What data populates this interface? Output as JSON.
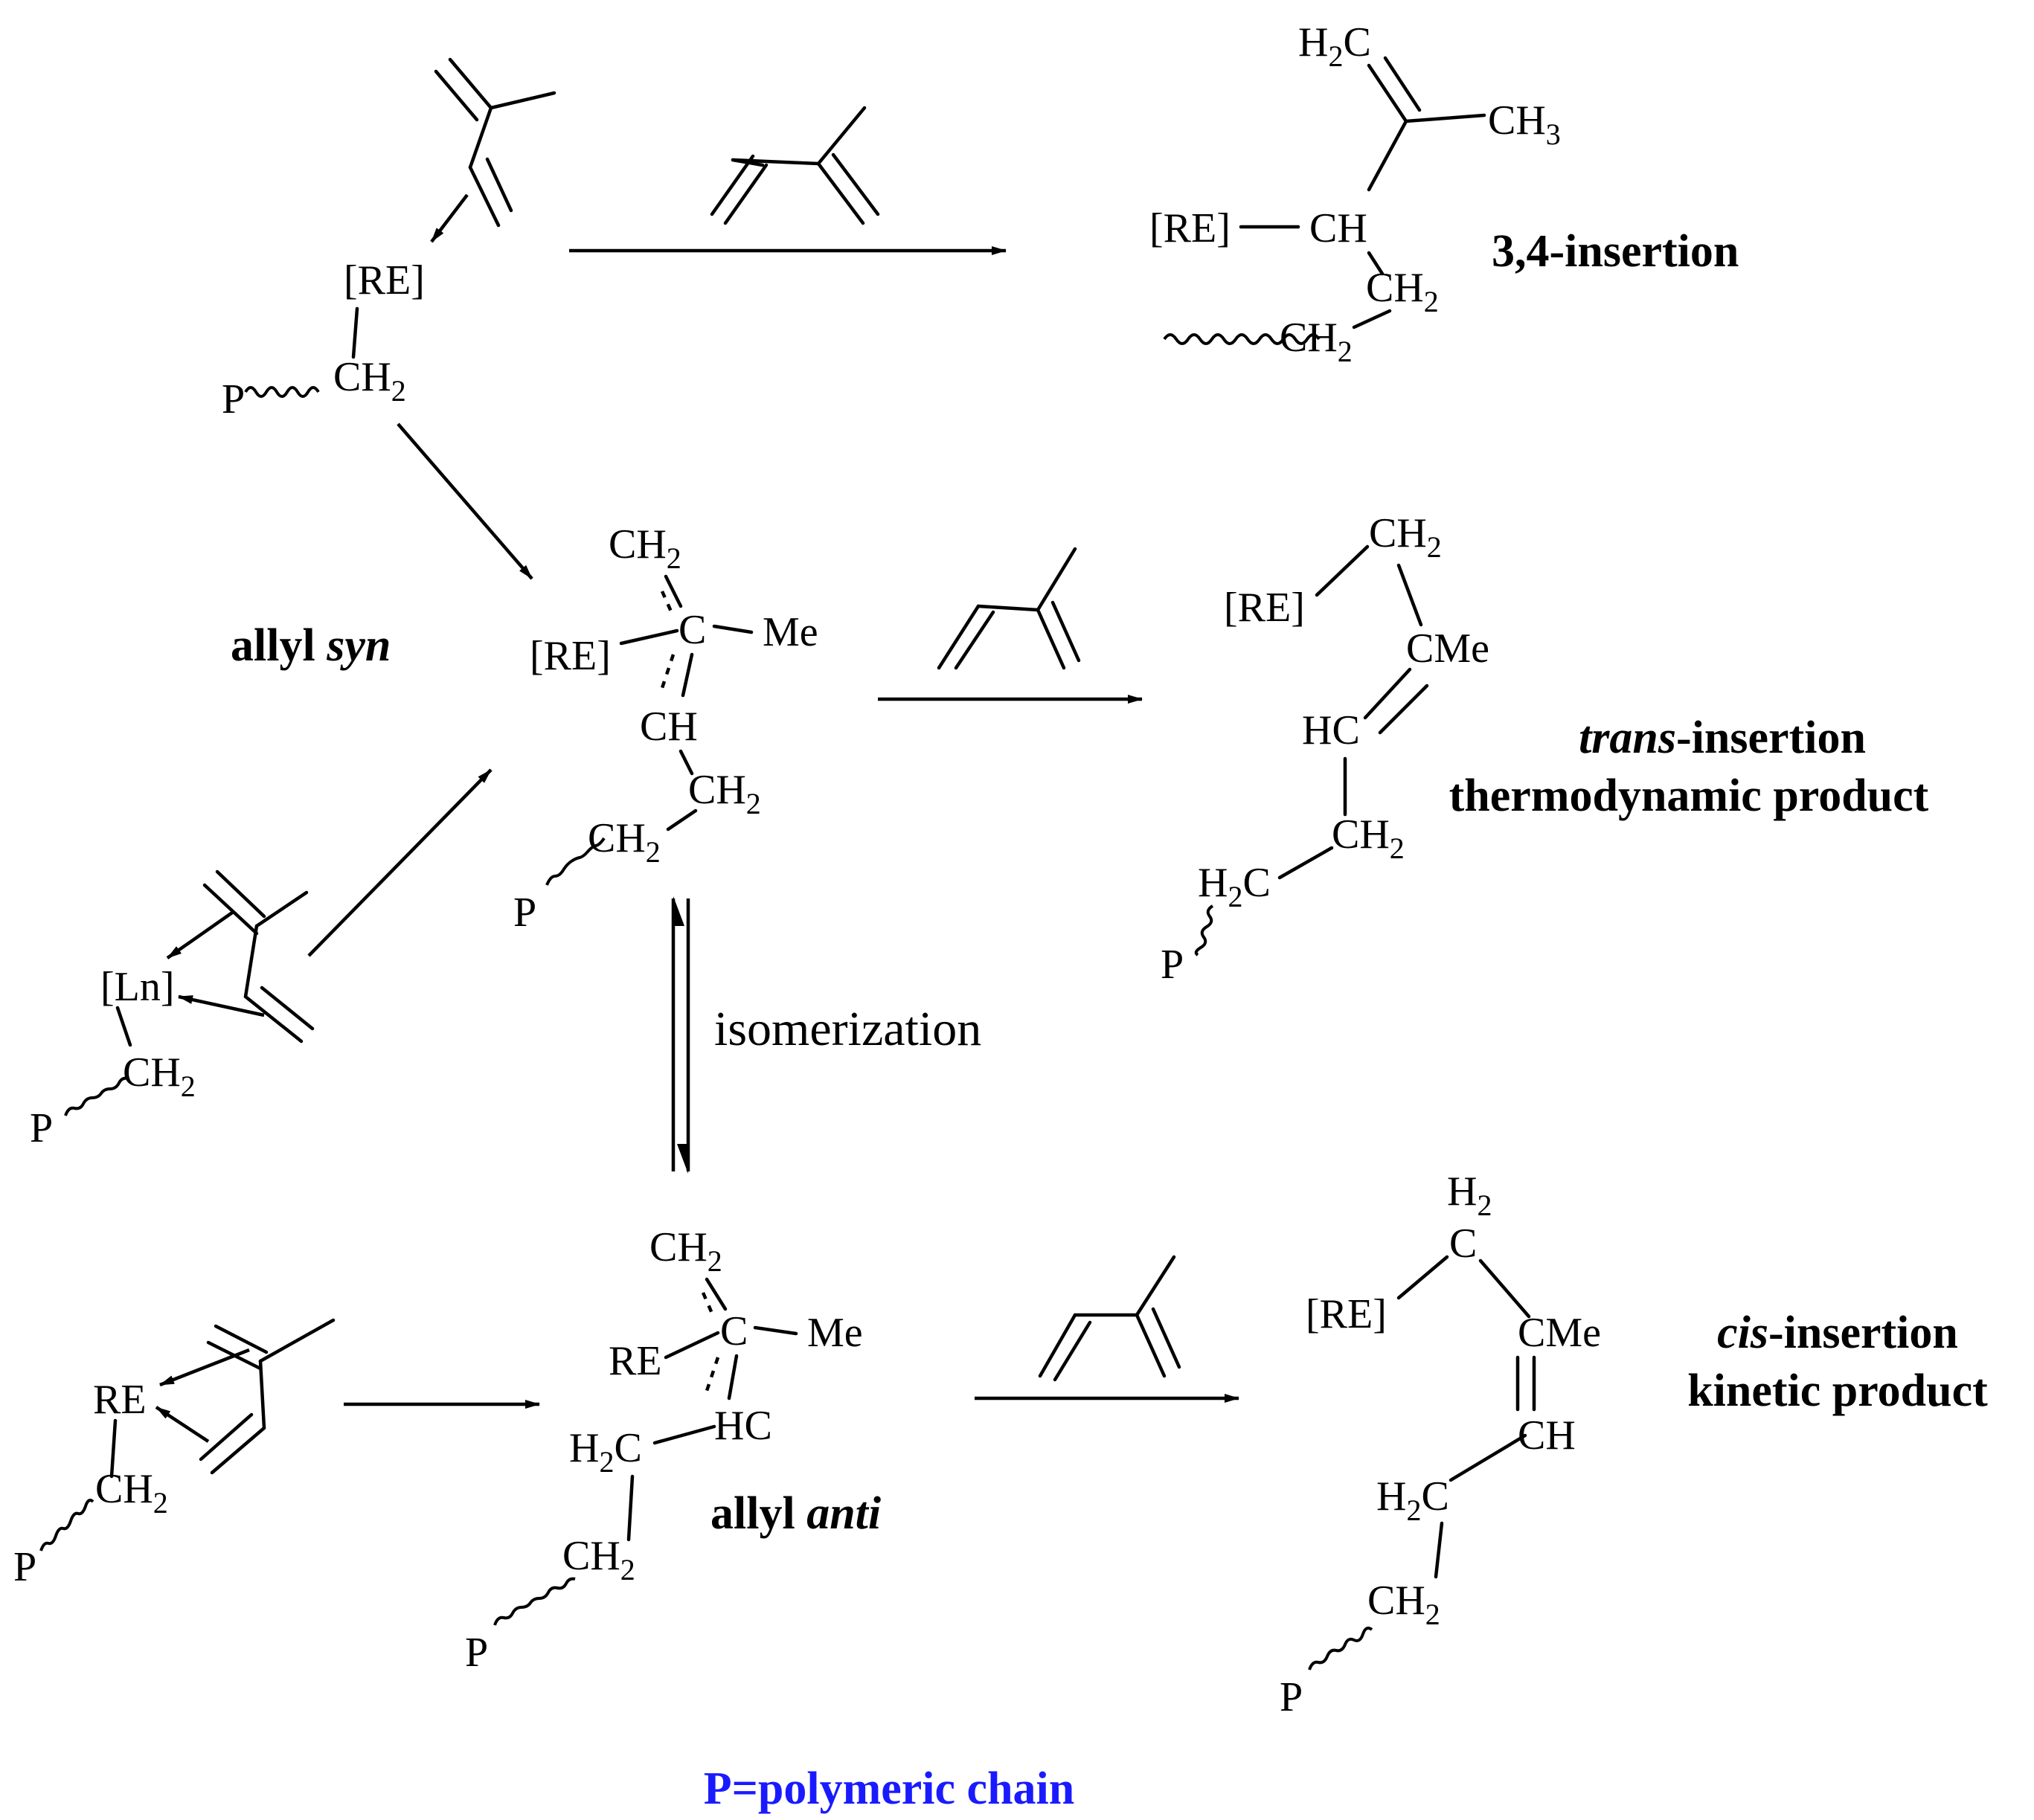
{
  "colors": {
    "note": "#1a1aff",
    "ink": "#000000"
  },
  "labels": {
    "re": "[RE]",
    "re_plain": "RE",
    "ln": "[Ln]",
    "p": "P",
    "ch2": "CH",
    "sub2": "2",
    "h2c_h": "H",
    "h2c_c": "C",
    "ch": "CH",
    "hc": "HC",
    "ch3": "CH",
    "sub3": "3",
    "c": "C",
    "me": "Me",
    "cme": "CMe",
    "h2": "H"
  },
  "captions": {
    "insertion_34": "3,4-insertion",
    "allyl_syn_a": "allyl ",
    "allyl_syn_b": "syn",
    "allyl_anti_a": "allyl ",
    "allyl_anti_b": "anti",
    "trans_a": "trans",
    "trans_b": "-insertion",
    "thermo": "thermodynamic product",
    "cis_a": "cis",
    "cis_b": "-insertion",
    "kinetic": "kinetic product",
    "isomerization": "isomerization",
    "footnote": "P=polymeric chain"
  }
}
